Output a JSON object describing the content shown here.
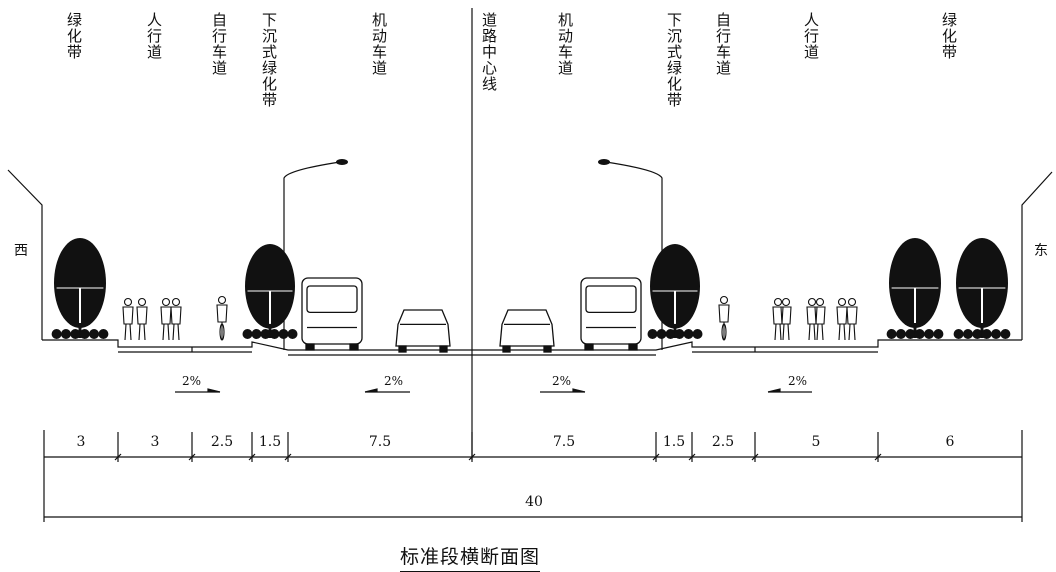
{
  "title": "标准段横断面图",
  "direction": {
    "west": "西",
    "east": "东"
  },
  "zones": [
    {
      "label": "绿化带"
    },
    {
      "label": "人行道"
    },
    {
      "label": "自行车道"
    },
    {
      "label": "下沉式绿化带"
    },
    {
      "label": "机动车道"
    },
    {
      "label": "道路中心线"
    },
    {
      "label": "机动车道"
    },
    {
      "label": "下沉式绿化带"
    },
    {
      "label": "自行车道"
    },
    {
      "label": "人行道"
    },
    {
      "label": "绿化带"
    }
  ],
  "slopes": [
    "2%",
    "2%",
    "2%",
    "2%"
  ],
  "dimensions": [
    "3",
    "3",
    "2.5",
    "1.5",
    "7.5",
    "7.5",
    "1.5",
    "2.5",
    "5",
    "6"
  ],
  "total_width": "40"
}
